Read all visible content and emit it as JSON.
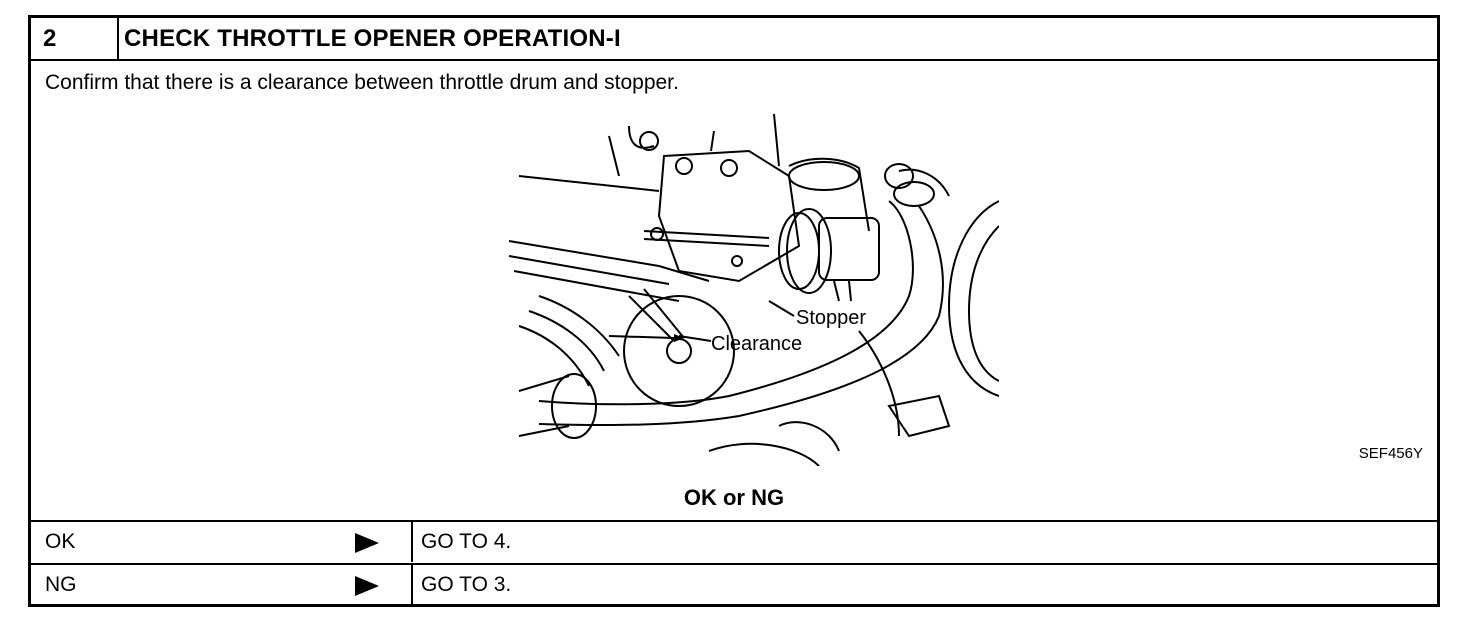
{
  "header": {
    "step": "2",
    "title": "CHECK THROTTLE OPENER OPERATION-I"
  },
  "instruction": "Confirm that there is a clearance between throttle drum and stopper.",
  "figure": {
    "callout_stopper": "Stopper",
    "callout_clearance": "Clearance",
    "figure_id": "SEF456Y"
  },
  "result_heading": "OK or NG",
  "results": [
    {
      "label": "OK",
      "action": "GO TO 4."
    },
    {
      "label": "NG",
      "action": "GO TO 3."
    }
  ],
  "icons": {
    "result_arrow": "right-triangle-arrow-icon"
  }
}
